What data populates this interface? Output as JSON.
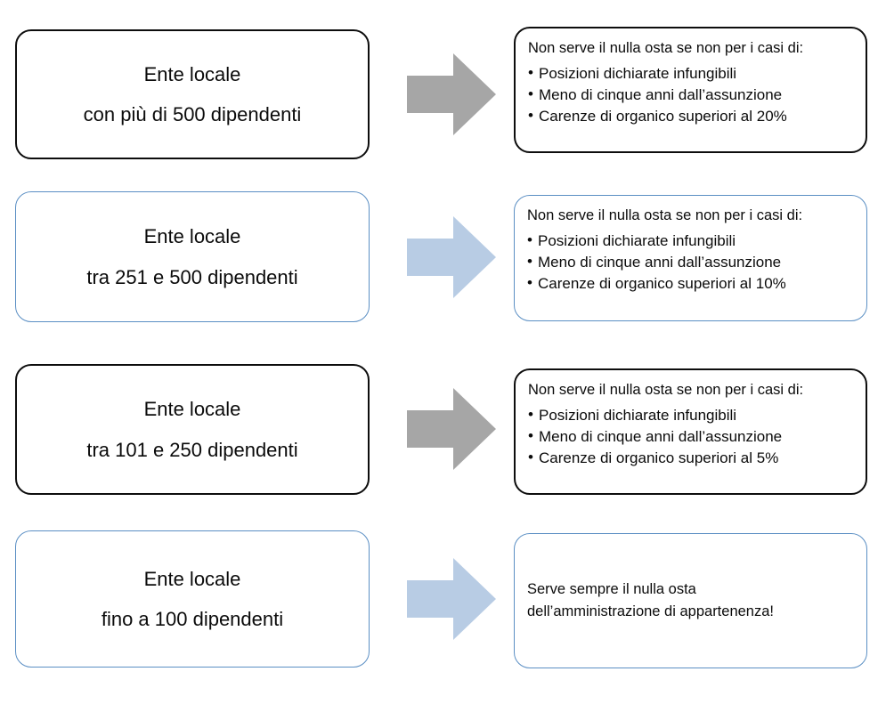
{
  "diagram": {
    "title_present": false,
    "colors": {
      "dark_border": "#0d0d0d",
      "blue_border": "#5B8FC4",
      "gray_arrow": "#A6A6A6",
      "blue_arrow": "#B8CCE4",
      "background": "#FFFFFF",
      "text": "#0B0B0B"
    },
    "rows": [
      {
        "id": "row-over-500",
        "arrow_icon": "right-arrow-icon",
        "arrow_color": "#A6A6A6",
        "border_style": "dark",
        "left": {
          "line1": "Ente locale",
          "line2": "con più di 500 dipendenti"
        },
        "right": {
          "heading": "Non serve il nulla osta se non per i casi di:",
          "bullets": [
            "Posizioni dichiarate infungibili",
            "Meno di cinque anni dall’assunzione",
            "Carenze di organico superiori al 20%"
          ]
        }
      },
      {
        "id": "row-251-500",
        "arrow_icon": "right-arrow-icon",
        "arrow_color": "#B8CCE4",
        "border_style": "blue",
        "left": {
          "line1": "Ente locale",
          "line2": "tra 251 e 500 dipendenti"
        },
        "right": {
          "heading": "Non serve il nulla osta se non per i casi di:",
          "bullets": [
            "Posizioni dichiarate infungibili",
            "Meno di cinque anni dall’assunzione",
            "Carenze di organico superiori al 10%"
          ]
        }
      },
      {
        "id": "row-101-250",
        "arrow_icon": "right-arrow-icon",
        "arrow_color": "#A6A6A6",
        "border_style": "dark",
        "left": {
          "line1": "Ente locale",
          "line2": "tra 101 e 250 dipendenti"
        },
        "right": {
          "heading": "Non serve il nulla osta se non per i casi di:",
          "bullets": [
            "Posizioni dichiarate infungibili",
            "Meno di cinque anni dall’assunzione",
            "Carenze di organico superiori al 5%"
          ]
        }
      },
      {
        "id": "row-up-to-100",
        "arrow_icon": "right-arrow-icon",
        "arrow_color": "#B8CCE4",
        "border_style": "blue",
        "left": {
          "line1": "Ente locale",
          "line2": "fino a 100 dipendenti"
        },
        "right": {
          "plain_lines": [
            "Serve sempre il nulla osta",
            "dell’amministrazione di appartenenza!"
          ]
        }
      }
    ]
  }
}
